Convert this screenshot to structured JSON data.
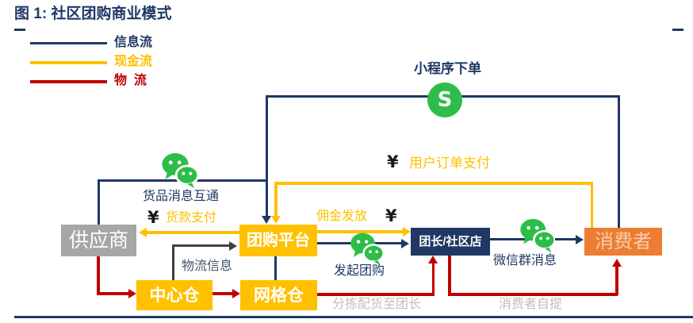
{
  "figure": {
    "title": "图 1: 社区团购商业模式"
  },
  "legend": {
    "items": [
      {
        "id": "info-flow",
        "label": "信息流",
        "color": "#1F3864"
      },
      {
        "id": "cash-flow",
        "label": "现金流",
        "color": "#FFC000"
      },
      {
        "id": "logistics-flow",
        "label": "物  流",
        "color": "#C00000"
      }
    ]
  },
  "nodes": {
    "supplier": {
      "label": "供应商",
      "bg": "#A6A6A6",
      "text_color": "#FFFFFF"
    },
    "platform": {
      "label": "团购平台",
      "bg": "#FFC000",
      "text_color": "#FFFFFF"
    },
    "leader": {
      "label": "团长/社区店",
      "bg": "#1F3864",
      "text_color": "#FFFFFF"
    },
    "consumer": {
      "label": "消费者",
      "bg": "#ED7D31",
      "text_color": "#F8CBAD"
    },
    "central_warehouse": {
      "label": "中心仓",
      "bg": "#FFC000",
      "text_color": "#FFFFFF"
    },
    "grid_warehouse": {
      "label": "网格仓",
      "bg": "#FFC000",
      "text_color": "#FFFFFF"
    }
  },
  "flow_labels": {
    "yen": "¥",
    "mini_program_order": "小程序下单",
    "user_order_payment": "用户订单支付",
    "goods_info_exchange": "货品消息互通",
    "goods_payment": "货款支付",
    "commission_payout": "佣金发放",
    "logistics_info": "物流信息",
    "initiate_group_buy": "发起团购",
    "wechat_group_message": "微信群消息",
    "sort_deliver_to_leader": "分拣配货至团长",
    "consumer_self_pickup": "消费者自提"
  },
  "colors": {
    "info": "#1F3864",
    "cash": "#FFC000",
    "logistics": "#C00000",
    "supplier_bg": "#A6A6A6",
    "consumer_bg": "#ED7D31",
    "warehouse_bg": "#FFC000",
    "wechat_green": "#2DBE4A",
    "muted_label": "#BFBFBF",
    "logistics_info_label": "#44546A",
    "logistics_info_arrow": "#404040"
  },
  "icons": {
    "wechat": "wechat-icon",
    "mini_program": "wechat-mini-program-icon"
  }
}
